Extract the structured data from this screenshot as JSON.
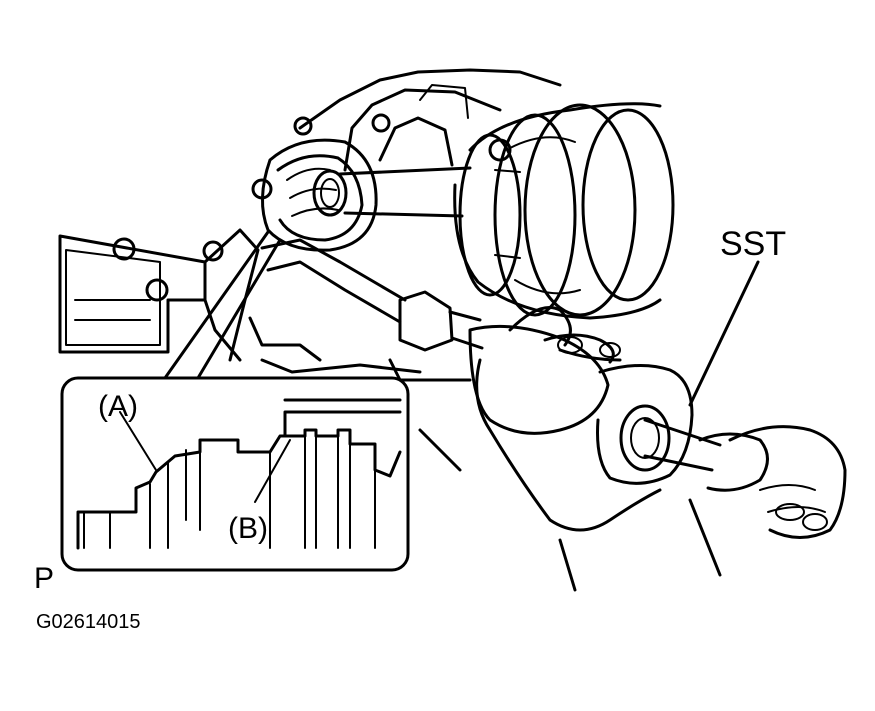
{
  "callouts": {
    "a": "(A)",
    "b": "(B)",
    "sst": "SST",
    "p": "P"
  },
  "figure_code": "G02614015"
}
